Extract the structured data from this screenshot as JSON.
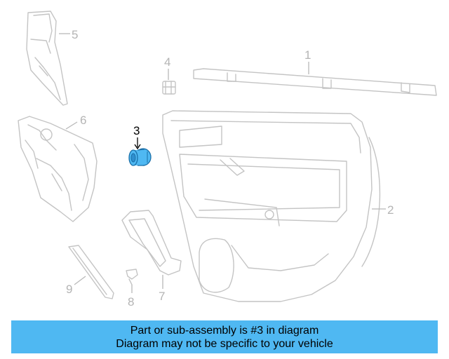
{
  "diagram": {
    "callouts": {
      "c1": "1",
      "c2": "2",
      "c3": "3",
      "c4": "4",
      "c5": "5",
      "c6": "6",
      "c7": "7",
      "c8": "8",
      "c9": "9"
    },
    "highlighted_part": "3",
    "highlight_color": "#4fb8f2",
    "line_color": "#c4c4c4"
  },
  "banner": {
    "line1": "Part or sub-assembly is #3 in diagram",
    "line2": "Diagram may not be specific to your vehicle",
    "background": "#4fb8f2"
  }
}
